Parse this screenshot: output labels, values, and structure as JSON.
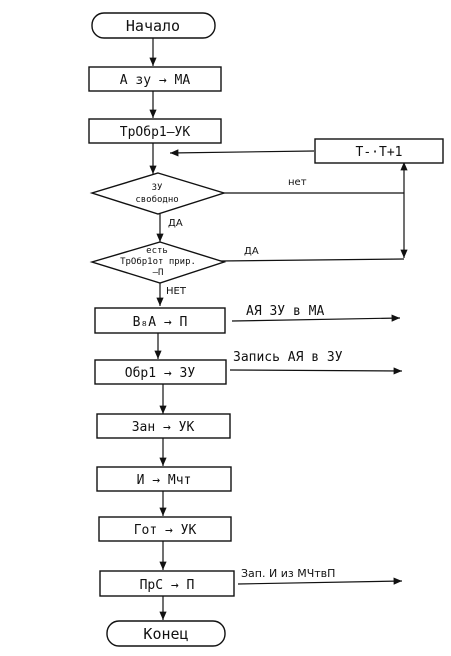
{
  "flowchart": {
    "start": "Начало",
    "step1": "А зу → МА",
    "step2": "ТрОбр1–УК",
    "timer": "Т-·Т+1",
    "decision1": {
      "line1": "ЗУ",
      "line2": "свободно",
      "no": "нет",
      "yes": "ДА"
    },
    "decision2": {
      "line1": "есть",
      "line2": "ТрОбр1от прир.",
      "line3": "–П",
      "yes": "ДА",
      "no": "НЕТ"
    },
    "step3": "В₈А → П",
    "step3_note": "АЯ ЗУ в МА",
    "step4": "Обр1 → ЗУ",
    "step4_note": "Запись АЯ в ЗУ",
    "step5": "Зан → УК",
    "step6": "И → Мчт",
    "step7": "Гот → УК",
    "step8": "ПрС → П",
    "step8_note": "Зап. И из МЧтвП",
    "end": "Конец"
  }
}
